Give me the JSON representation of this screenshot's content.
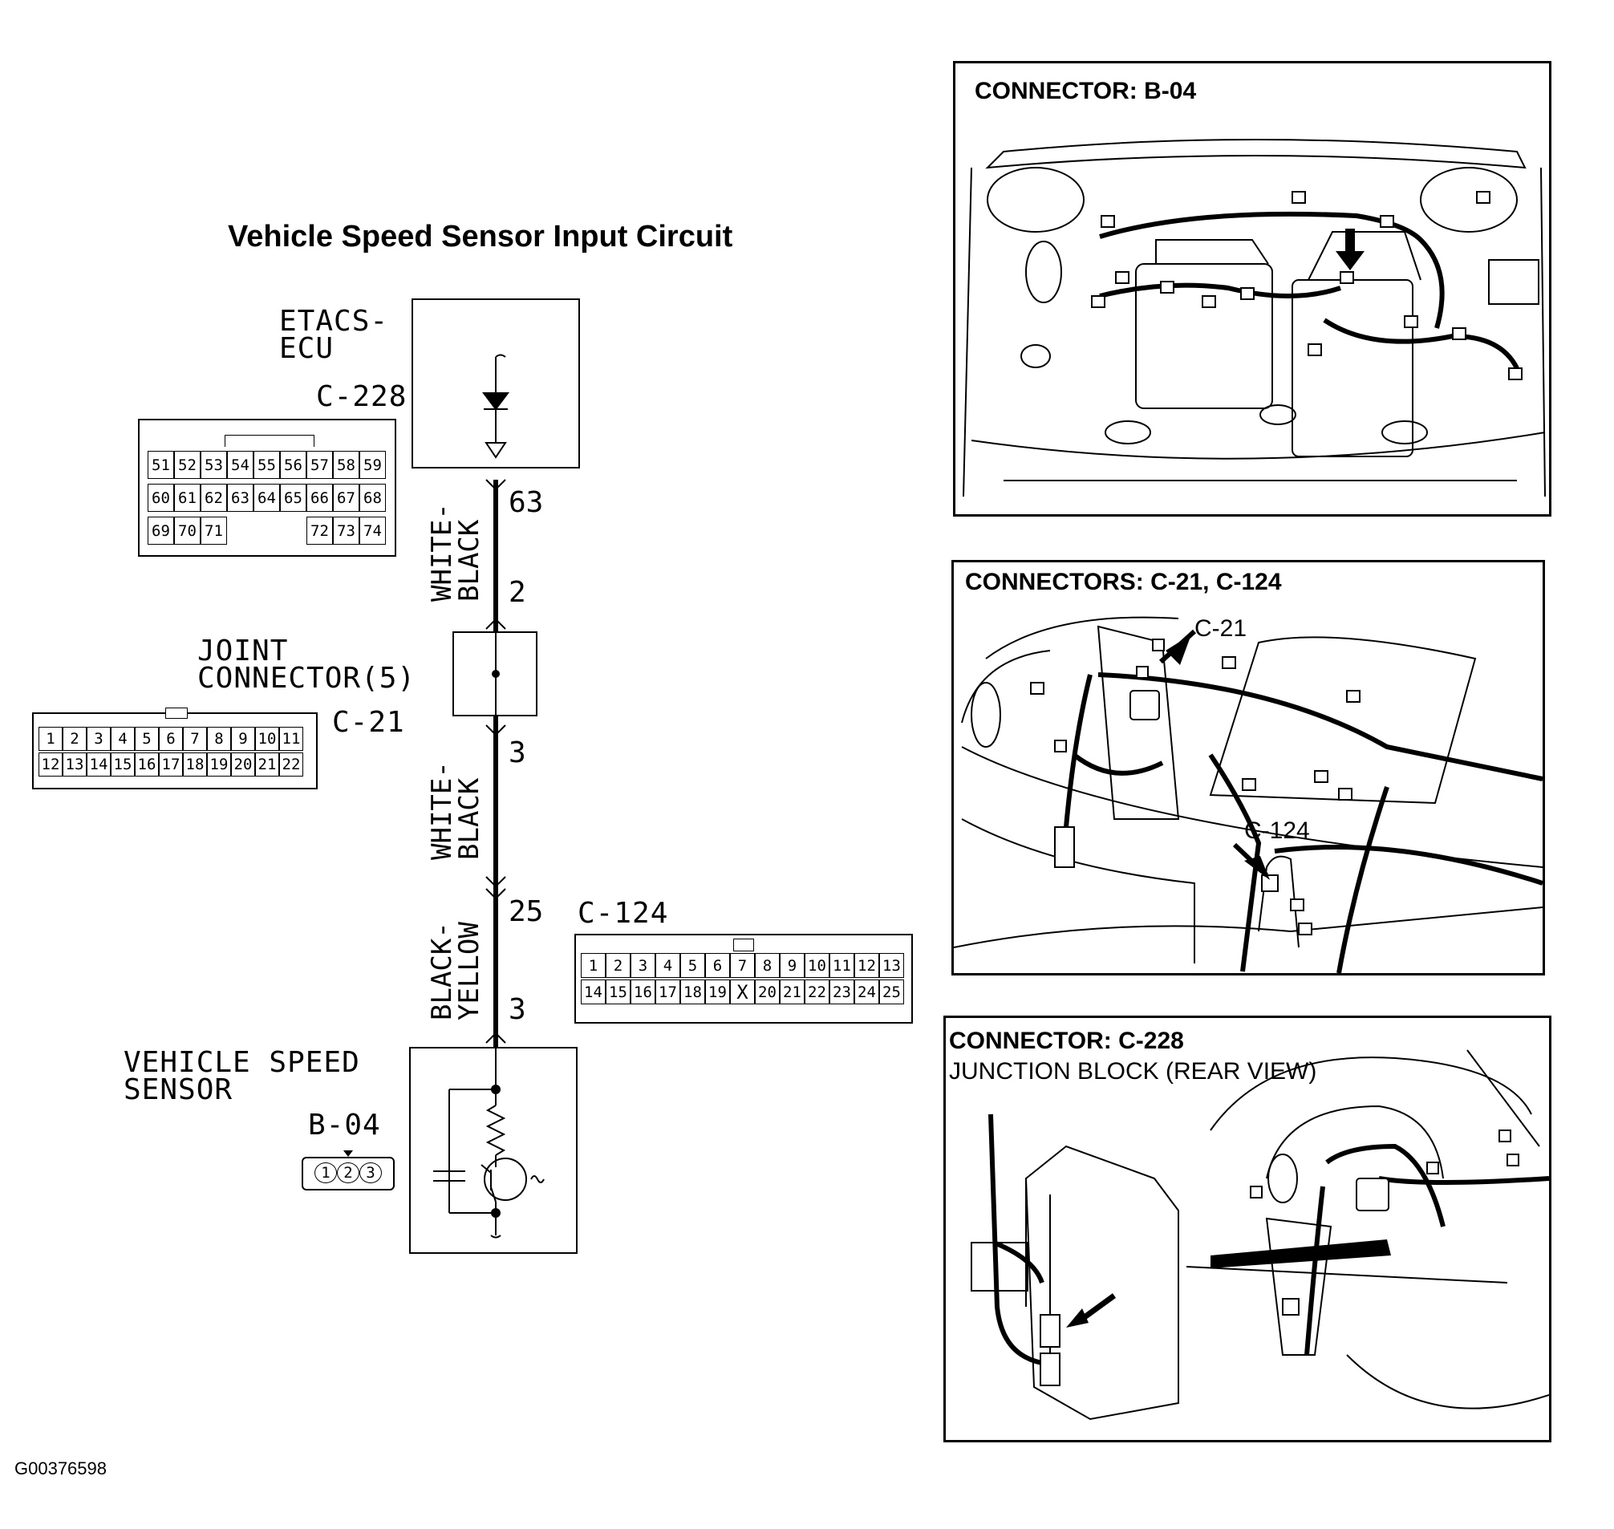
{
  "title": "Vehicle Speed Sensor Input Circuit",
  "figure_code": "G00376598",
  "components": {
    "etacs": {
      "name_lines": [
        "ETACS-",
        "ECU"
      ],
      "connector": "C-228"
    },
    "joint": {
      "name_lines": [
        "JOINT",
        "CONNECTOR(5)"
      ],
      "connector": "C-21"
    },
    "sensor": {
      "name_lines": [
        "VEHICLE SPEED",
        "SENSOR"
      ],
      "connector": "B-04"
    },
    "c124": {
      "connector": "C-124"
    }
  },
  "wires": {
    "w1": {
      "label_lines": [
        "WHITE-",
        "BLACK"
      ],
      "pin_top": "63",
      "pin_bottom": "2"
    },
    "w2": {
      "label_lines": [
        "WHITE-",
        "BLACK"
      ],
      "pin_top": "3"
    },
    "w3": {
      "label_lines": [
        "BLACK-",
        "YELLOW"
      ],
      "pin_top": "25",
      "pin_bottom": "3"
    }
  },
  "connector_pins": {
    "c228": {
      "row1": [
        "51",
        "52",
        "53",
        "54",
        "55",
        "56",
        "57",
        "58",
        "59"
      ],
      "row2": [
        "60",
        "61",
        "62",
        "63",
        "64",
        "65",
        "66",
        "67",
        "68"
      ],
      "row3": [
        "69",
        "70",
        "71",
        "",
        "",
        "",
        "72",
        "73",
        "74"
      ]
    },
    "c21": {
      "row1": [
        "1",
        "2",
        "3",
        "4",
        "5",
        "6",
        "7",
        "8",
        "9",
        "10",
        "11"
      ],
      "row2": [
        "12",
        "13",
        "14",
        "15",
        "16",
        "17",
        "18",
        "19",
        "20",
        "21",
        "22"
      ]
    },
    "c124": {
      "row1": [
        "1",
        "2",
        "3",
        "4",
        "5",
        "6",
        "7",
        "8",
        "9",
        "10",
        "11",
        "12",
        "13"
      ],
      "row2": [
        "14",
        "15",
        "16",
        "17",
        "18",
        "19",
        "X",
        "20",
        "21",
        "22",
        "23",
        "24",
        "25"
      ]
    },
    "b04": [
      "1",
      "2",
      "3"
    ]
  },
  "panels": {
    "p1": {
      "title": "CONNECTOR: B-04"
    },
    "p2": {
      "title": "CONNECTORS: C-21, C-124",
      "callout_a": "C-21",
      "callout_b": "C-124"
    },
    "p3": {
      "title": "CONNECTOR: C-228",
      "subtitle": "JUNCTION BLOCK (REAR VIEW)"
    }
  }
}
